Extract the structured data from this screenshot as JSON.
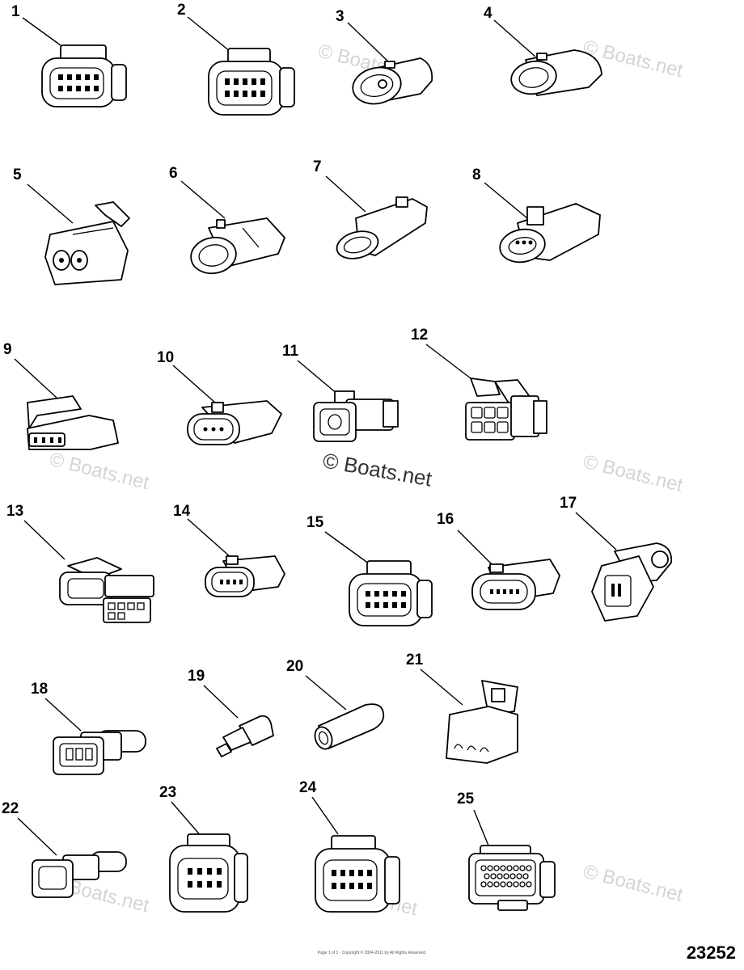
{
  "diagram": {
    "number": "23252",
    "watermark": "© Boats.net",
    "copyright_small": "Page 1 of 1 · Copyright © 2004-2011 by All Rights Reserved.",
    "parts": [
      {
        "label": "1",
        "shape": "multi-pin-connector"
      },
      {
        "label": "2",
        "shape": "multi-pin-connector"
      },
      {
        "label": "3",
        "shape": "oval-2-pin-housing"
      },
      {
        "label": "4",
        "shape": "oval-2-pin-housing"
      },
      {
        "label": "5",
        "shape": "locking-2-pin-connector"
      },
      {
        "label": "6",
        "shape": "oval-2-pin-connector"
      },
      {
        "label": "7",
        "shape": "oval-2-pin-connector"
      },
      {
        "label": "8",
        "shape": "3-pin-connector"
      },
      {
        "label": "9",
        "shape": "4-pin-locking-connector"
      },
      {
        "label": "10",
        "shape": "oval-3-pin-connector"
      },
      {
        "label": "11",
        "shape": "2-pin-square-connector"
      },
      {
        "label": "12",
        "shape": "6-pin-locking-connector"
      },
      {
        "label": "13",
        "shape": "stacked-connector"
      },
      {
        "label": "14",
        "shape": "oval-4-pin-connector"
      },
      {
        "label": "15",
        "shape": "multi-pin-connector"
      },
      {
        "label": "16",
        "shape": "oval-multi-pin-connector"
      },
      {
        "label": "17",
        "shape": "round-sensor-connector"
      },
      {
        "label": "18",
        "shape": "3-pin-square-connector"
      },
      {
        "label": "19",
        "shape": "pin-terminal"
      },
      {
        "label": "20",
        "shape": "socket-terminal"
      },
      {
        "label": "21",
        "shape": "locking-connector"
      },
      {
        "label": "22",
        "shape": "2-pin-square-connector"
      },
      {
        "label": "23",
        "shape": "multi-pin-connector"
      },
      {
        "label": "24",
        "shape": "multi-pin-connector"
      },
      {
        "label": "25",
        "shape": "multi-row-connector"
      }
    ]
  }
}
